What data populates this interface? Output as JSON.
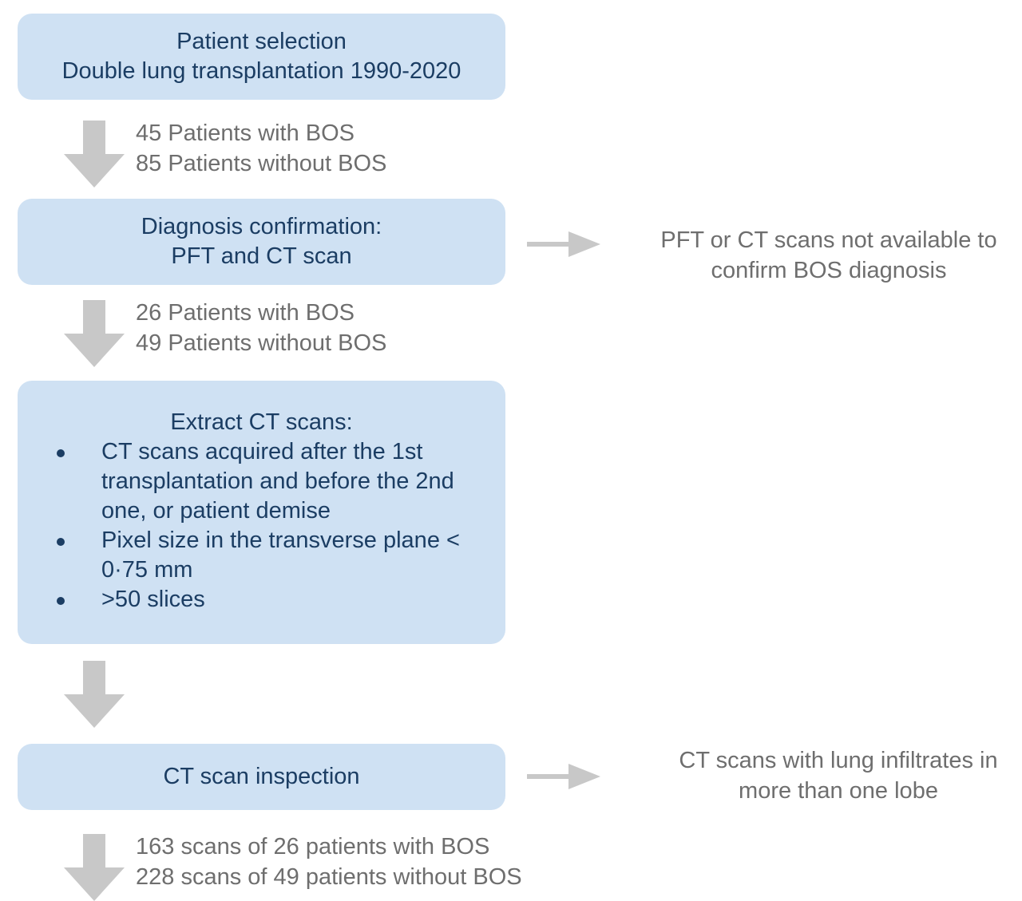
{
  "steps": {
    "selection": {
      "line1": "Patient selection",
      "line2": "Double lung transplantation 1990-2020"
    },
    "confirmation": {
      "line1": "Diagnosis confirmation:",
      "line2": "PFT and CT scan"
    },
    "extraction": {
      "heading": "Extract CT scans:",
      "criteria": [
        "CT scans acquired after the 1st transplantation and before the 2nd one, or patient demise",
        "Pixel size in the transverse plane < 0·75 mm",
        ">50 slices"
      ]
    },
    "inspection": {
      "line1": "CT scan inspection"
    }
  },
  "counts": {
    "after_selection": {
      "with_bos": "45 Patients with BOS",
      "without_bos": "85 Patients without BOS"
    },
    "after_confirmation": {
      "with_bos": "26 Patients with BOS",
      "without_bos": "49 Patients without BOS"
    },
    "after_inspection": {
      "with_bos": "163 scans of 26 patients with BOS",
      "without_bos": "228 scans of 49 patients without BOS"
    }
  },
  "exclusions": {
    "confirmation": {
      "line1": "PFT or CT scans not available to",
      "line2": "confirm BOS diagnosis"
    },
    "inspection": {
      "line1": "CT scans with lung infiltrates in",
      "line2": "more than one lobe"
    }
  },
  "colors": {
    "box_fill": "#cfe1f3",
    "box_text": "#1b3d63",
    "arrow": "#c8c8c8",
    "note_text": "#6e6e6e"
  }
}
